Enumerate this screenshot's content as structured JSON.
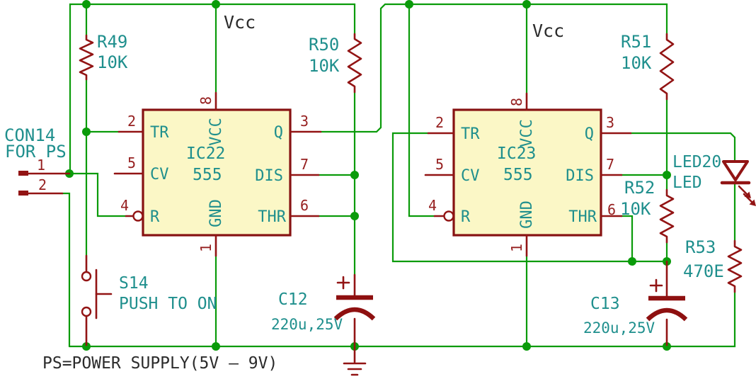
{
  "schematic": {
    "note": "PS=POWER SUPPLY(5V – 9V)",
    "power": {
      "vcc_left": "Vcc",
      "vcc_right": "Vcc"
    },
    "connector": {
      "ref": "CON14",
      "desc": "FOR PS",
      "pin1": "1",
      "pin2": "2"
    },
    "switch": {
      "ref": "S14",
      "desc": "PUSH TO ON"
    },
    "led": {
      "ref": "LED20",
      "value": "LED"
    },
    "resistors": {
      "r49": {
        "ref": "R49",
        "value": "10K"
      },
      "r50": {
        "ref": "R50",
        "value": "10K"
      },
      "r51": {
        "ref": "R51",
        "value": "10K"
      },
      "r52": {
        "ref": "R52",
        "value": "10K"
      },
      "r53": {
        "ref": "R53",
        "value": "470E"
      }
    },
    "capacitors": {
      "c12": {
        "ref": "C12",
        "value": "220u,25V"
      },
      "c13": {
        "ref": "C13",
        "value": "220u,25V"
      }
    },
    "ics": {
      "ic22": {
        "ref": "IC22",
        "value": "555",
        "pins": {
          "tr": {
            "num": "2",
            "name": "TR"
          },
          "cv": {
            "num": "5",
            "name": "CV"
          },
          "r": {
            "num": "4",
            "name": "R"
          },
          "q": {
            "num": "3",
            "name": "Q"
          },
          "dis": {
            "num": "7",
            "name": "DIS"
          },
          "thr": {
            "num": "6",
            "name": "THR"
          },
          "vcc": {
            "num": "8",
            "name": "VCC"
          },
          "gnd": {
            "num": "1",
            "name": "GND"
          }
        }
      },
      "ic23": {
        "ref": "IC23",
        "value": "555",
        "pins": {
          "tr": {
            "num": "2",
            "name": "TR"
          },
          "cv": {
            "num": "5",
            "name": "CV"
          },
          "r": {
            "num": "4",
            "name": "R"
          },
          "q": {
            "num": "3",
            "name": "Q"
          },
          "dis": {
            "num": "7",
            "name": "DIS"
          },
          "thr": {
            "num": "6",
            "name": "THR"
          },
          "vcc": {
            "num": "8",
            "name": "VCC"
          },
          "gnd": {
            "num": "1",
            "name": "GND"
          }
        }
      }
    }
  }
}
